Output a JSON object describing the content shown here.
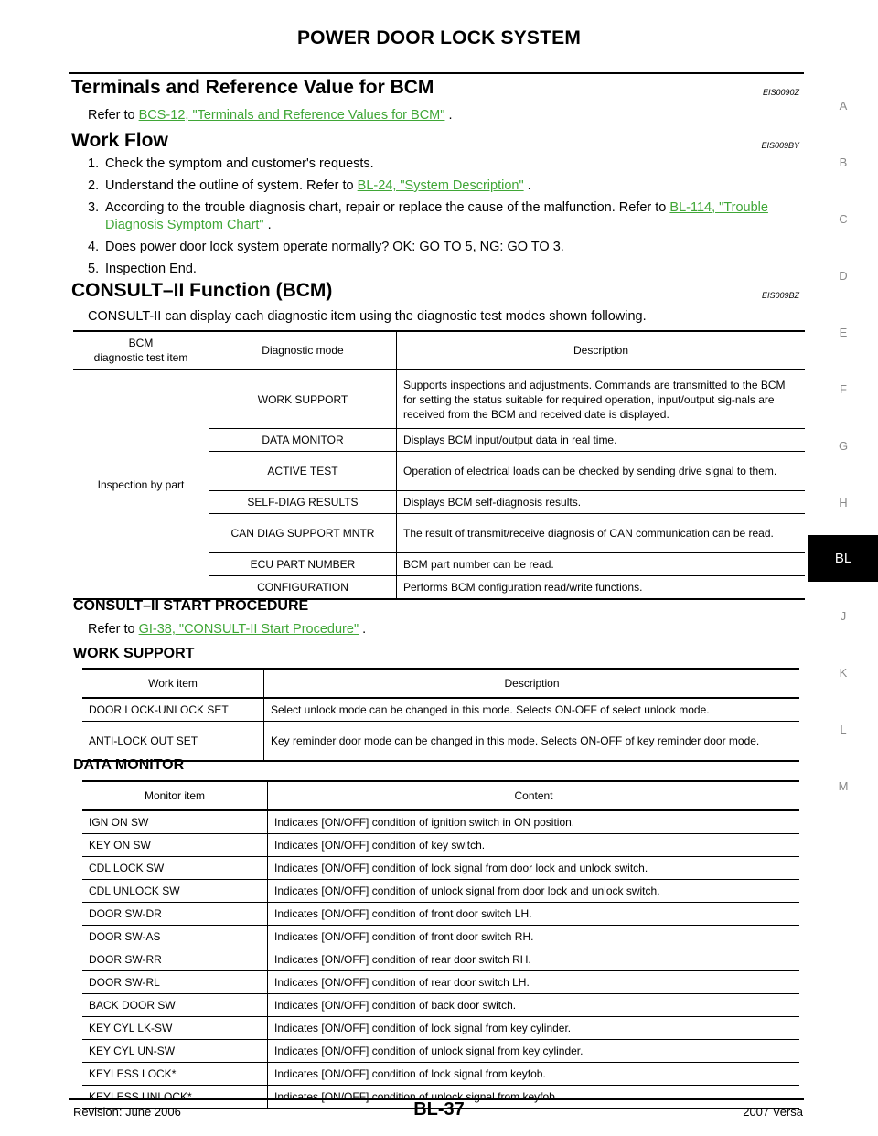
{
  "page_title": "POWER DOOR LOCK SYSTEM",
  "sections": {
    "terminals": {
      "heading": "Terminals and Reference Value for BCM",
      "code": "EIS0090Z",
      "refer_prefix": "Refer to ",
      "refer_link": "BCS-12, \"Terminals and Reference Values for BCM\"",
      "refer_suffix": " ."
    },
    "work_flow": {
      "heading": "Work Flow",
      "code": "EIS009BY",
      "steps": [
        {
          "num": "1.",
          "text": "Check the symptom and customer's requests."
        },
        {
          "num": "2.",
          "text": "Understand the outline of system. Refer to ",
          "link": "BL-24, \"System Description\"",
          "suffix": " ."
        },
        {
          "num": "3.",
          "text": "According to the trouble diagnosis chart, repair or replace the cause of the malfunction. Refer to ",
          "link": "BL-114, \"Trouble Diagnosis Symptom Chart\"",
          "suffix": " ."
        },
        {
          "num": "4.",
          "text": "Does power door lock system operate normally? OK: GO TO 5, NG: GO TO 3."
        },
        {
          "num": "5.",
          "text": "Inspection End."
        }
      ]
    },
    "consult": {
      "heading": "CONSULT–II Function (BCM)",
      "code": "EIS009BZ",
      "intro": "CONSULT-II can display each diagnostic item using the diagnostic test modes shown following.",
      "table_headers": [
        "BCM\ndiagnostic test item",
        "Diagnostic mode",
        "Description"
      ],
      "test_item": "Inspection by part",
      "rows": [
        {
          "mode": "WORK SUPPORT",
          "desc": "Supports inspections and adjustments. Commands are transmitted to the BCM for setting the status suitable for required operation, input/output sig-nals are received from the BCM and received date is displayed."
        },
        {
          "mode": "DATA MONITOR",
          "desc": "Displays BCM input/output data in real time."
        },
        {
          "mode": "ACTIVE TEST",
          "desc": "Operation of electrical loads can be checked by sending drive signal to them."
        },
        {
          "mode": "SELF-DIAG RESULTS",
          "desc": "Displays BCM self-diagnosis results."
        },
        {
          "mode": "CAN DIAG SUPPORT MNTR",
          "desc": "The result of transmit/receive diagnosis of CAN communication can be read."
        },
        {
          "mode": "ECU PART NUMBER",
          "desc": "BCM part number can be read."
        },
        {
          "mode": "CONFIGURATION",
          "desc": "Performs BCM configuration read/write functions."
        }
      ]
    },
    "start_proc": {
      "heading": "CONSULT–II START PROCEDURE",
      "refer_prefix": "Refer to ",
      "refer_link": "GI-38, \"CONSULT-II Start Procedure\"",
      "refer_suffix": " ."
    },
    "work_support": {
      "heading": "WORK SUPPORT",
      "headers": [
        "Work item",
        "Description"
      ],
      "rows": [
        {
          "item": "DOOR LOCK-UNLOCK SET",
          "desc": "Select unlock mode can be changed in this mode. Selects ON-OFF of select unlock mode."
        },
        {
          "item": "ANTI-LOCK OUT SET",
          "desc": "Key reminder door mode can be changed in this mode. Selects ON-OFF of key reminder door mode."
        }
      ]
    },
    "data_monitor": {
      "heading": "DATA MONITOR",
      "headers": [
        "Monitor item",
        "Content"
      ],
      "rows": [
        {
          "item": "IGN ON SW",
          "content": "Indicates [ON/OFF] condition of ignition switch in ON position."
        },
        {
          "item": "KEY ON SW",
          "content": "Indicates [ON/OFF] condition of key switch."
        },
        {
          "item": "CDL LOCK SW",
          "content": "Indicates [ON/OFF] condition of lock signal from door lock and unlock switch."
        },
        {
          "item": "CDL UNLOCK SW",
          "content": "Indicates [ON/OFF] condition of unlock signal from door lock and unlock switch."
        },
        {
          "item": "DOOR SW-DR",
          "content": "Indicates [ON/OFF] condition of front door switch LH."
        },
        {
          "item": "DOOR SW-AS",
          "content": "Indicates [ON/OFF] condition of front door switch RH."
        },
        {
          "item": "DOOR SW-RR",
          "content": "Indicates [ON/OFF] condition of rear door switch RH."
        },
        {
          "item": "DOOR SW-RL",
          "content": "Indicates [ON/OFF] condition of rear door switch LH."
        },
        {
          "item": "BACK DOOR SW",
          "content": "Indicates [ON/OFF] condition of back door switch."
        },
        {
          "item": "KEY CYL LK-SW",
          "content": "Indicates [ON/OFF] condition of lock signal from key cylinder."
        },
        {
          "item": "KEY CYL UN-SW",
          "content": "Indicates [ON/OFF] condition of unlock signal from key cylinder."
        },
        {
          "item": "KEYLESS LOCK*",
          "content": "Indicates [ON/OFF] condition of lock signal from keyfob."
        },
        {
          "item": "KEYLESS UNLOCK*",
          "content": "Indicates [ON/OFF] condition of unlock signal from keyfob."
        }
      ]
    }
  },
  "side_index": [
    "A",
    "B",
    "C",
    "D",
    "E",
    "F",
    "G",
    "H",
    "BL",
    "J",
    "K",
    "L",
    "M"
  ],
  "side_index_active": "BL",
  "footer": {
    "revision": "Revision: June 2006",
    "page": "BL-37",
    "model": "2007 Versa"
  }
}
